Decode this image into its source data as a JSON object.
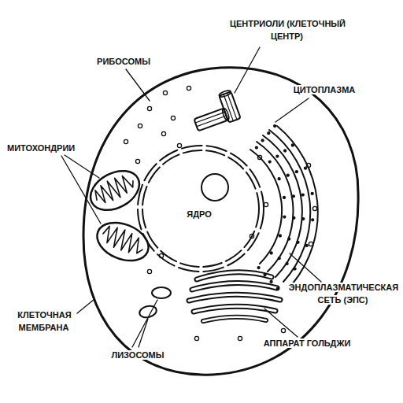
{
  "diagram": {
    "labels": [
      "РИБОСОМЫ",
      "ЦЕНТРИОЛИ (КЛЕТОЧНЫЙ ЦЕНТР)",
      "ЦИТОПЛАЗМА",
      "МИТОХОНДРИИ",
      "ЯДРО",
      "ЭНДОПЛАЗМАТИЧЕСКАЯ СЕТЬ (ЭПС)",
      "КЛЕТОЧНАЯ МЕМБРАНА",
      "ЛИЗОСОМЫ",
      "АППАРАТ ГОЛЬДЖИ"
    ]
  }
}
